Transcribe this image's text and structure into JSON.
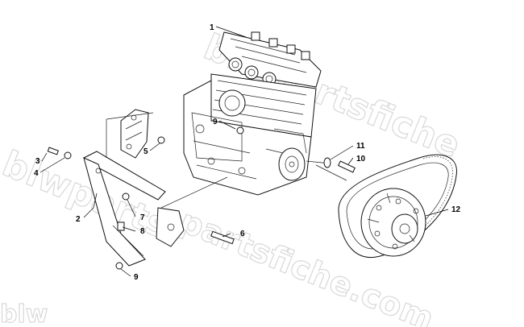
{
  "watermark": {
    "text_top": "blwpartsfiche",
    "text_left": "blwparts",
    "text_bottom": "partsfiche.com",
    "text_corner": "blw"
  },
  "callouts": [
    {
      "id": "c1",
      "label": "1"
    },
    {
      "id": "c2",
      "label": "2"
    },
    {
      "id": "c3",
      "label": "3"
    },
    {
      "id": "c4",
      "label": "4"
    },
    {
      "id": "c5",
      "label": "5"
    },
    {
      "id": "c6",
      "label": "6"
    },
    {
      "id": "c7",
      "label": "7"
    },
    {
      "id": "c8",
      "label": "8"
    },
    {
      "id": "c9a",
      "label": "9"
    },
    {
      "id": "c9b",
      "label": "9"
    },
    {
      "id": "c10",
      "label": "10"
    },
    {
      "id": "c11",
      "label": "11"
    },
    {
      "id": "c12",
      "label": "12"
    }
  ],
  "colors": {
    "line": "#111111",
    "watermark": "#d8d8d8",
    "background": "#ffffff"
  }
}
